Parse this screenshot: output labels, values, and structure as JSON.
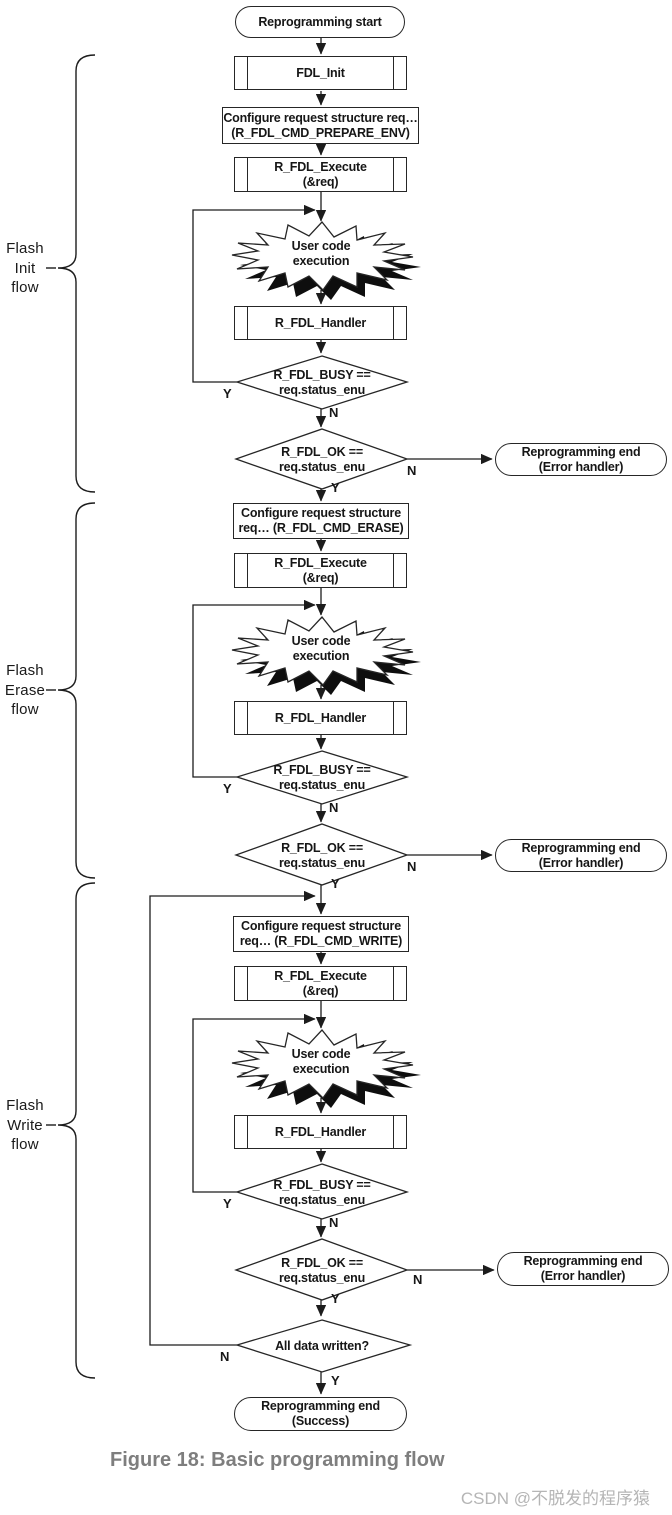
{
  "figure": {
    "caption": "Figure 18: Basic programming flow",
    "watermark": "CSDN @不脱发的程序猿"
  },
  "branch": {
    "yes": "Y",
    "no": "N"
  },
  "nodes": {
    "start": "Reprogramming start",
    "fdl_init": "FDL_Init",
    "cfg_prepare_l1": "Configure request structure req…",
    "cfg_prepare_l2": "(R_FDL_CMD_PREPARE_ENV)",
    "execute_l1": "R_FDL_Execute",
    "execute_l2": "(&req)",
    "user_code_l1": "User code",
    "user_code_l2": "execution",
    "handler": "R_FDL_Handler",
    "busy_l1": "R_FDL_BUSY ==",
    "busy_l2": "req.status_enu",
    "ok_l1": "R_FDL_OK ==",
    "ok_l2": "req.status_enu",
    "error_end_l1": "Reprogramming end",
    "error_end_l2": "(Error handler)",
    "cfg_erase_l1": "Configure request structure",
    "cfg_erase_l2": "req… (R_FDL_CMD_ERASE)",
    "cfg_write_l1": "Configure request structure",
    "cfg_write_l2": "req… (R_FDL_CMD_WRITE)",
    "all_written": "All data written?",
    "success_end_l1": "Reprogramming end",
    "success_end_l2": "(Success)"
  },
  "side_labels": [
    {
      "line1": "Flash",
      "line2": "Init",
      "line3": "flow"
    },
    {
      "line1": "Flash",
      "line2": "Erase",
      "line3": "flow"
    },
    {
      "line1": "Flash",
      "line2": "Write",
      "line3": "flow"
    }
  ]
}
